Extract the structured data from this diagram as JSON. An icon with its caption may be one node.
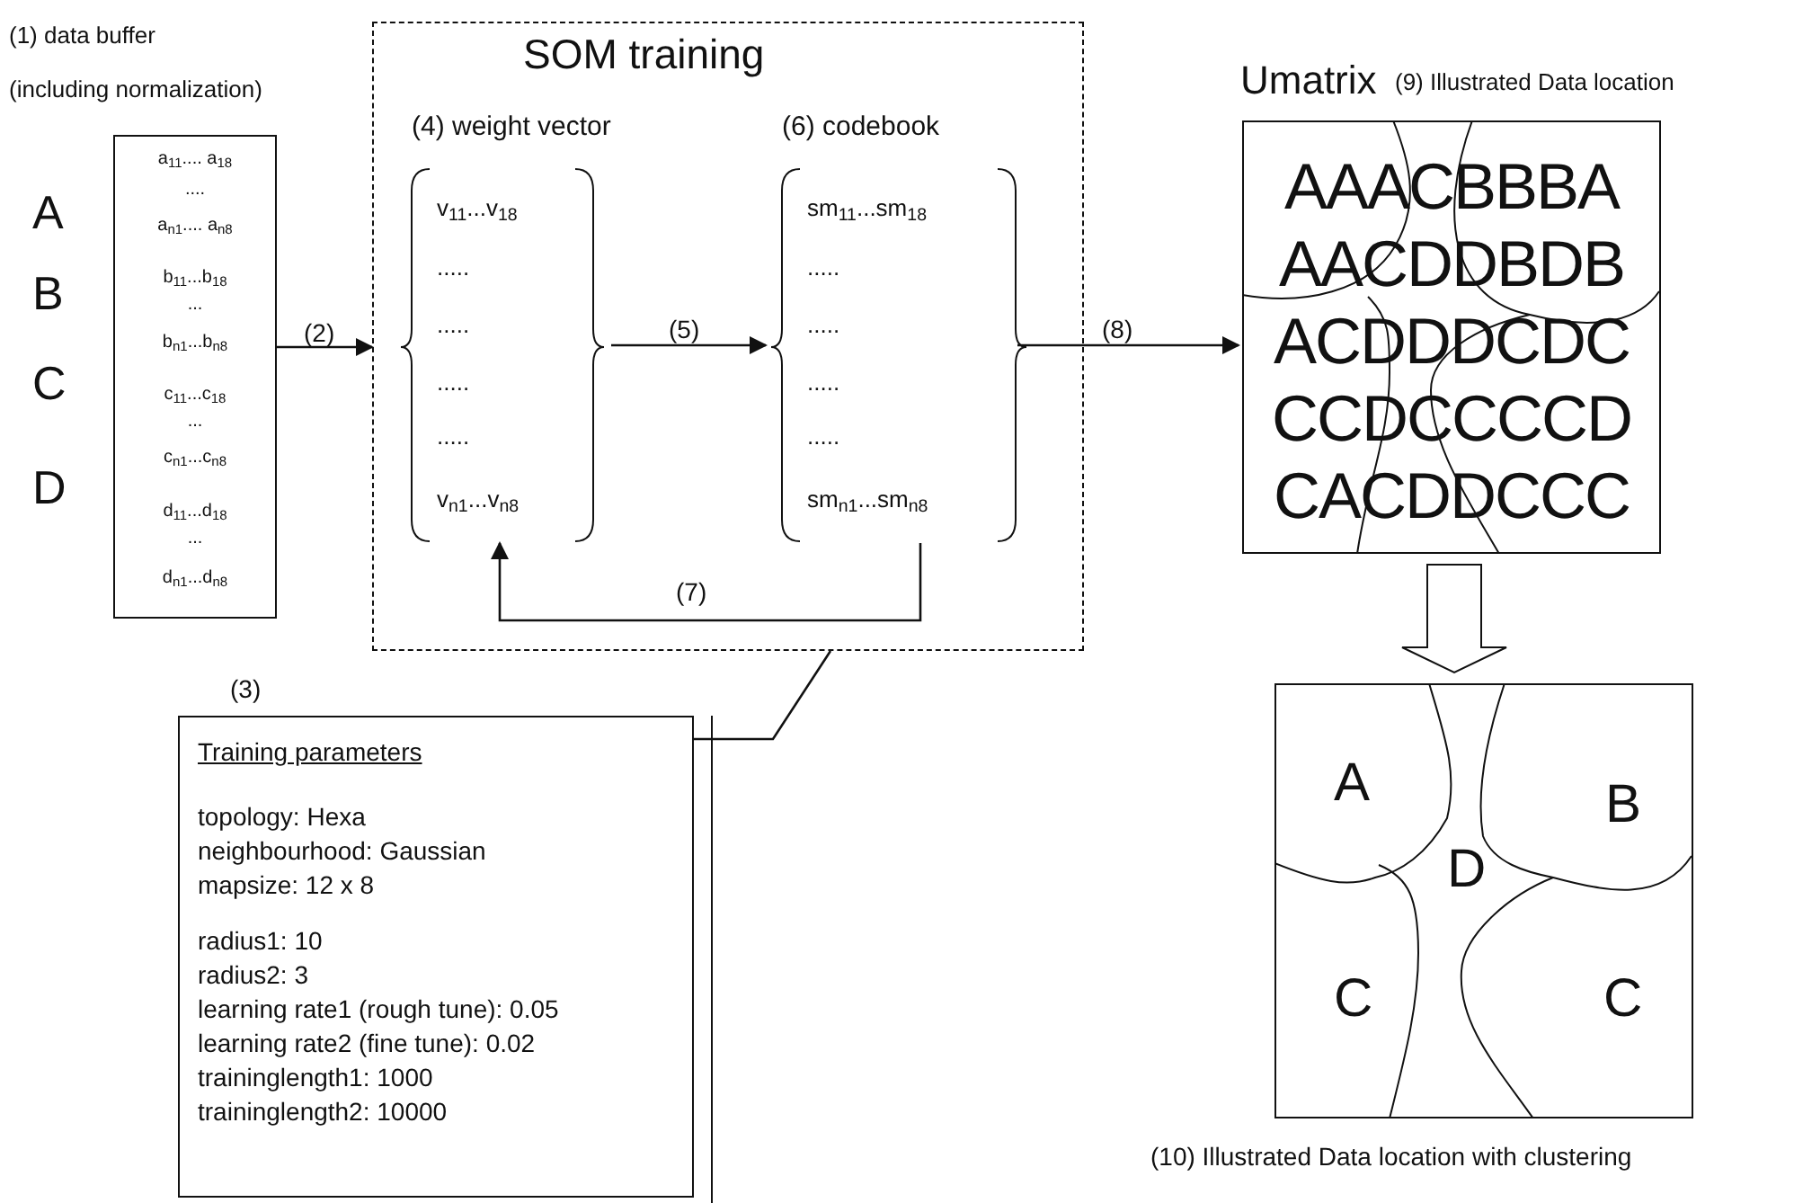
{
  "diagram": {
    "nodes": [
      {
        "text": [
          "a$_{11}$.... a$_{18}$",
          "....",
          "a$_{n1}$.... a$_{n8}$",
          "b$_{11}$...b$_{18}$",
          "...",
          "b$_{n1}$...b$_{n8}$",
          "c$_{11}$...c$_{18}$",
          "...",
          "c$_{n1}$...c$_{n8}$",
          "d$_{11}$...d$_{18}$",
          "...",
          "d$_{n1}$...d$_{n8}$"
        ]
      },
      {
        "text": [
          "SOM training"
        ]
      },
      {
        "text": [
          "(4) weight vector",
          "v$_{11}$...v$_{18}$",
          ".....",
          ".....",
          ".....",
          ".....",
          "v$_{n1}$...v$_{n8}$"
        ],
        "in": 1
      },
      {
        "text": [
          "(6) codebook",
          "sm$_{11}$...sm$_{18}$",
          ".....",
          ".....",
          ".....",
          ".....",
          "sm$_{n1}$...sm$_{n8}$"
        ],
        "in": 1
      },
      {
        "text": [
          "AAACBBBA",
          "AACDDBDB",
          "ACDDDCDC",
          "CCDCCCCD",
          "CACDDCCC"
        ],
        "beside": [
          "Umatrix",
          "(9) Illustrated Data location"
        ]
      },
      {
        "text": [
          "A",
          "B",
          "D",
          "C",
          "C"
        ],
        "beside": [
          "(10) Illustrated Data location with clustering"
        ]
      },
      {
        "text": [
          "Training parameters",
          "topology: Hexa",
          "neighbourhood: Gaussian",
          "mapsize: 12 x 8",
          "radius1: 10",
          "radius2: 3",
          "learning rate1 (rough tune): 0.05",
          "learning rate2 (fine tune): 0.02",
          "traininglength1: 1000",
          "traininglength2: 10000"
        ]
      }
    ],
    "edges": [
      {
        "from": 0,
        "to": 1,
        "label": "(2)",
        "arrow": "to"
      },
      {
        "from": 2,
        "to": 3,
        "label": "(5)",
        "arrow": "to"
      },
      {
        "from": 3,
        "to": 2,
        "label": "(7)",
        "arrow": "to"
      },
      {
        "from": 3,
        "to": 4,
        "label": "(8)",
        "arrow": "to"
      },
      {
        "from": 4,
        "to": 5,
        "arrow": "to"
      },
      {
        "from": 6,
        "to": 1,
        "arrow": "none"
      }
    ],
    "labels": [
      "(1) data buffer",
      "(including normalization)",
      "A",
      "B",
      "C",
      "D",
      "(3)"
    ]
  }
}
